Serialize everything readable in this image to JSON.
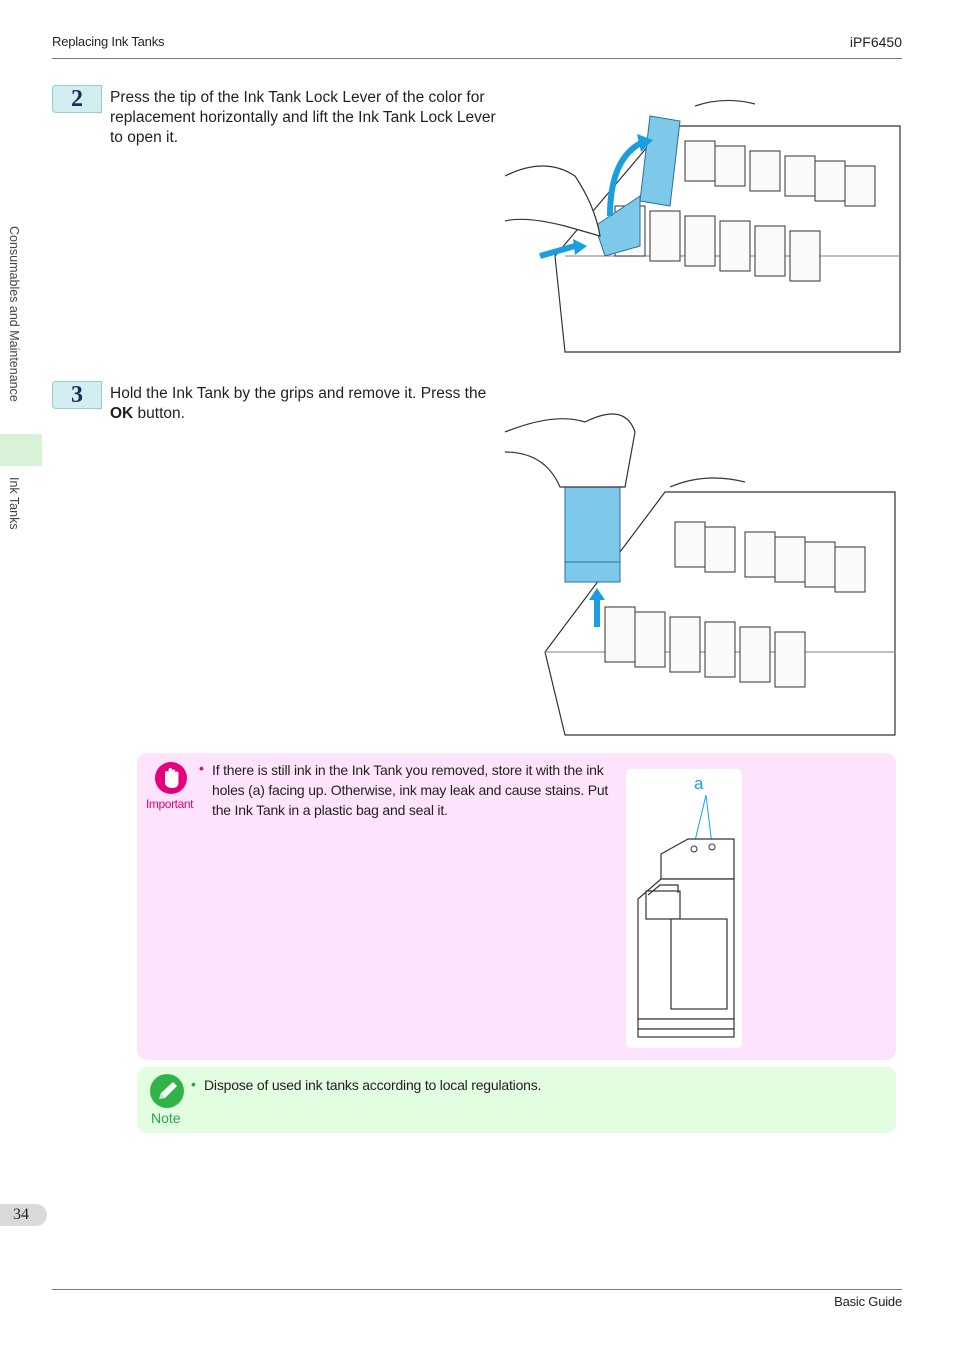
{
  "header": {
    "section": "Replacing Ink Tanks",
    "model": "iPF6450"
  },
  "side_nav": {
    "chapter": "Consumables and Maintenance",
    "topic": "Ink Tanks"
  },
  "steps": [
    {
      "number": "2",
      "text": "Press the tip of the Ink Tank Lock Lever of the color for replacement horizontally and lift the Ink Tank Lock Lever to open it."
    },
    {
      "number": "3",
      "text_before": "Hold the Ink Tank by the grips and remove it. Press the ",
      "text_bold": "OK",
      "text_after": " button."
    }
  ],
  "important": {
    "label": "Important",
    "bullet": "If there is still ink in the Ink Tank you removed, store it with the ink holes (a) facing up. Otherwise, ink may leak and cause stains. Put the Ink Tank in a plastic bag and seal it.",
    "figure_callout": "a"
  },
  "note": {
    "label": "Note",
    "bullet": "Dispose of used ink tanks according to local regulations."
  },
  "footer": {
    "page_number": "34",
    "guide": "Basic Guide"
  },
  "colors": {
    "important_bg": "#fde4fc",
    "note_bg": "#e2fde0",
    "accent_pink": "#e6007e",
    "accent_green": "#32b34a",
    "ink_cyan": "#7ec8ea"
  }
}
